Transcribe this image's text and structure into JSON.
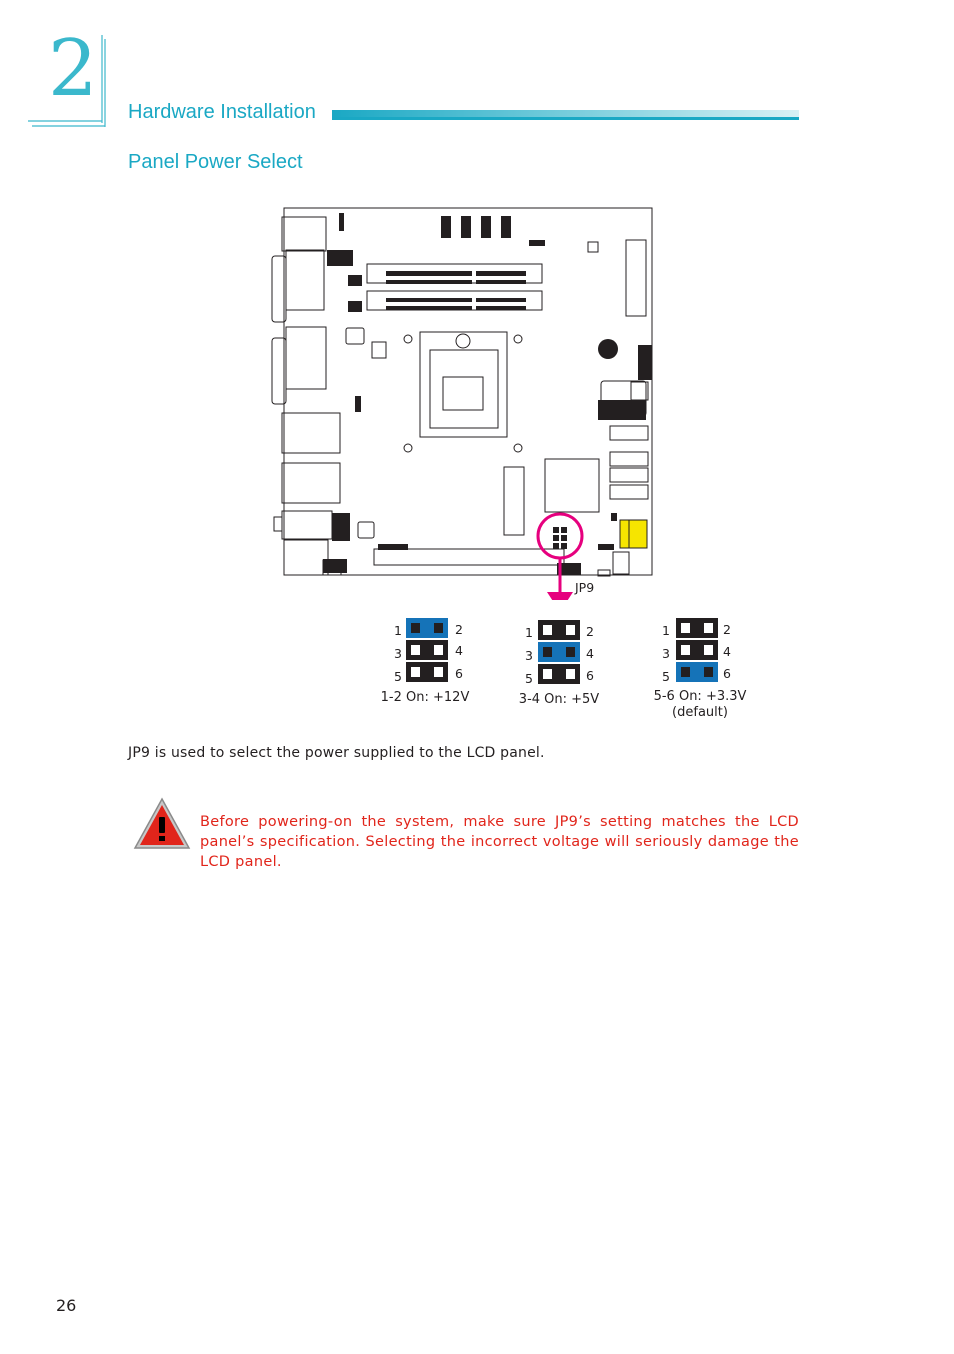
{
  "chapter": {
    "number": "2"
  },
  "header": {
    "section_title": "Hardware Installation"
  },
  "subsection": {
    "title": "Panel Power Select"
  },
  "figure": {
    "jumper_label": "JP9",
    "pin_labels": {
      "p1": "1",
      "p2": "2",
      "p3": "3",
      "p4": "4",
      "p5": "5",
      "p6": "6"
    },
    "settings": [
      {
        "caption": "1-2 On: +12V",
        "note": ""
      },
      {
        "caption": "3-4 On: +5V",
        "note": ""
      },
      {
        "caption": "5-6 On: +3.3V",
        "note": "(default)"
      }
    ],
    "colors": {
      "on": "#1573b8",
      "off": "#231f20",
      "highlight": "#e6007e",
      "accent": "#1aa8c4"
    }
  },
  "body": {
    "paragraph": "JP9 is used to select the power supplied to the LCD panel."
  },
  "warning": {
    "icon": "warning-triangle-icon",
    "text": "Before powering-on the system, make sure JP9’s setting matches the LCD panel’s specification. Selecting the incorrect voltage will seriously damage the LCD panel."
  },
  "footer": {
    "page_number": "26"
  }
}
